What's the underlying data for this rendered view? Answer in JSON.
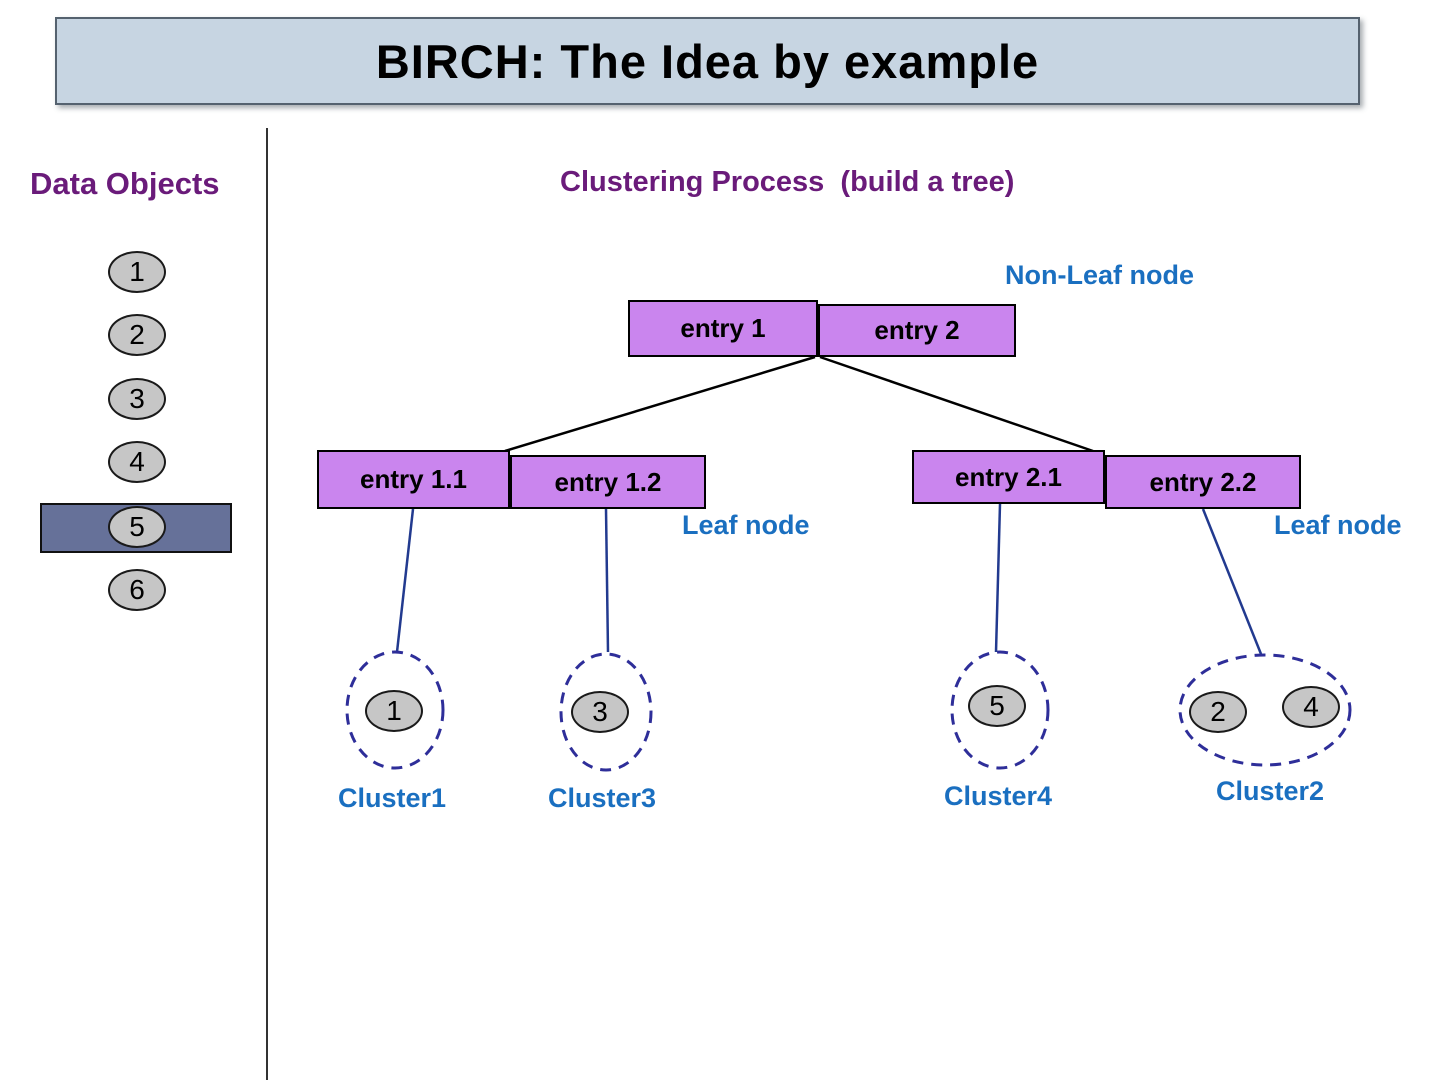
{
  "title": "BIRCH: The Idea by example",
  "left_panel": {
    "heading": "Data Objects",
    "objects": [
      "1",
      "2",
      "3",
      "4",
      "5",
      "6"
    ],
    "highlighted_object": "5"
  },
  "main": {
    "heading": "Clustering Process  (build a tree)",
    "labels": {
      "non_leaf": "Non-Leaf node",
      "leaf_left": "Leaf node",
      "leaf_right": "Leaf node"
    },
    "root_node": {
      "entries": [
        "entry 1",
        "entry 2"
      ]
    },
    "leaf_nodes": [
      {
        "entries": [
          "entry 1.1",
          "entry 1.2"
        ]
      },
      {
        "entries": [
          "entry 2.1",
          "entry 2.2"
        ]
      }
    ],
    "clusters": [
      {
        "label": "Cluster1",
        "members": [
          "1"
        ]
      },
      {
        "label": "Cluster3",
        "members": [
          "3"
        ]
      },
      {
        "label": "Cluster4",
        "members": [
          "5"
        ]
      },
      {
        "label": "Cluster2",
        "members": [
          "2",
          "4"
        ]
      }
    ]
  },
  "colors": {
    "title_bg": "#c7d5e2",
    "title_border": "#55626f",
    "heading_purple": "#6a1b7a",
    "label_blue": "#1a6fc0",
    "entry_fill": "#ca85ee",
    "object_fill": "#c6c6c6",
    "object_border": "#1a1a1a",
    "highlight_fill": "#667199",
    "dashed_stroke": "#2e2e99",
    "connector_black": "#000000",
    "connector_navy": "#223a8f"
  }
}
